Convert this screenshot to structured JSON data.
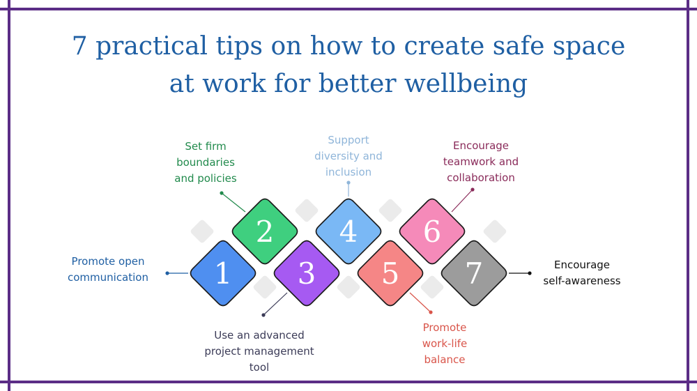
{
  "title": {
    "line1": "7 practical tips on how to create safe space",
    "line2": "at work for better wellbeing"
  },
  "colors": {
    "frame": "#5b2d86",
    "title": "#1f5fa3",
    "ghost_diamond": "#ebebeb",
    "connector": "#555555"
  },
  "tips": [
    {
      "number": "1",
      "lines": [
        "Promote open",
        "communication"
      ],
      "fill": "#4f8ff0",
      "text_color": "#1f5fa3"
    },
    {
      "number": "2",
      "lines": [
        "Set firm",
        "boundaries",
        "and policies"
      ],
      "fill": "#3fcf7f",
      "text_color": "#218a4c"
    },
    {
      "number": "3",
      "lines": [
        "Use an advanced",
        "project management",
        "tool"
      ],
      "fill": "#a65af2",
      "text_color": "#3b3b57"
    },
    {
      "number": "4",
      "lines": [
        "Support",
        "diversity and",
        "inclusion"
      ],
      "fill": "#7ab8f5",
      "text_color": "#8fb5d9"
    },
    {
      "number": "5",
      "lines": [
        "Promote",
        "work-life",
        "balance"
      ],
      "fill": "#f58686",
      "text_color": "#d9554a"
    },
    {
      "number": "6",
      "lines": [
        "Encourage",
        "teamwork and",
        "collaboration"
      ],
      "fill": "#f58ab9",
      "text_color": "#8a2b5a"
    },
    {
      "number": "7",
      "lines": [
        "Encourage",
        "self-awareness"
      ],
      "fill": "#9c9c9c",
      "text_color": "#111111"
    }
  ]
}
